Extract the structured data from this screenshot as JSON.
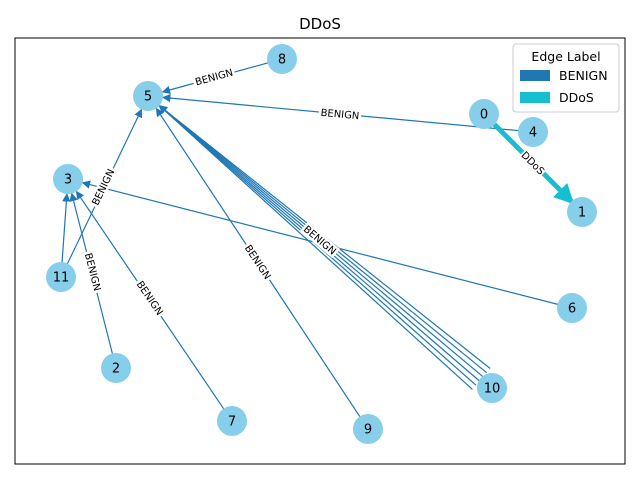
{
  "title": "DDoS",
  "colors": {
    "node_fill": "#87ceeb",
    "benign_edge": "#1f77b4",
    "ddos_edge": "#17becf",
    "frame": "#000000"
  },
  "legend": {
    "title": "Edge Label",
    "items": [
      {
        "label": "BENIGN",
        "color": "#1f77b4"
      },
      {
        "label": "DDoS",
        "color": "#17becf"
      }
    ]
  },
  "nodes": [
    {
      "id": "0"
    },
    {
      "id": "1"
    },
    {
      "id": "2"
    },
    {
      "id": "3"
    },
    {
      "id": "4"
    },
    {
      "id": "5"
    },
    {
      "id": "6"
    },
    {
      "id": "7"
    },
    {
      "id": "8"
    },
    {
      "id": "9"
    },
    {
      "id": "10"
    },
    {
      "id": "11"
    }
  ],
  "edges": [
    {
      "from": "8",
      "to": "5",
      "label": "BENIGN"
    },
    {
      "from": "4",
      "to": "5",
      "label": "BENIGN"
    },
    {
      "from": "11",
      "to": "5",
      "label": "BENIGN"
    },
    {
      "from": "9",
      "to": "5",
      "label": "BENIGN"
    },
    {
      "from": "10",
      "to": "5",
      "label": "BENIGN",
      "count": 6
    },
    {
      "from": "6",
      "to": "3",
      "label": "BENIGN"
    },
    {
      "from": "7",
      "to": "3",
      "label": "BENIGN"
    },
    {
      "from": "2",
      "to": "3",
      "label": "BENIGN"
    },
    {
      "from": "11",
      "to": "3",
      "label": "BENIGN"
    },
    {
      "from": "0",
      "to": "1",
      "label": "DDoS"
    }
  ],
  "edge_label_texts": [
    "BENIGN",
    "BENIGN",
    "BENIGN",
    "BENIGN",
    "BENIGN",
    "BENIGN",
    "BENIGN",
    "DDoS"
  ]
}
